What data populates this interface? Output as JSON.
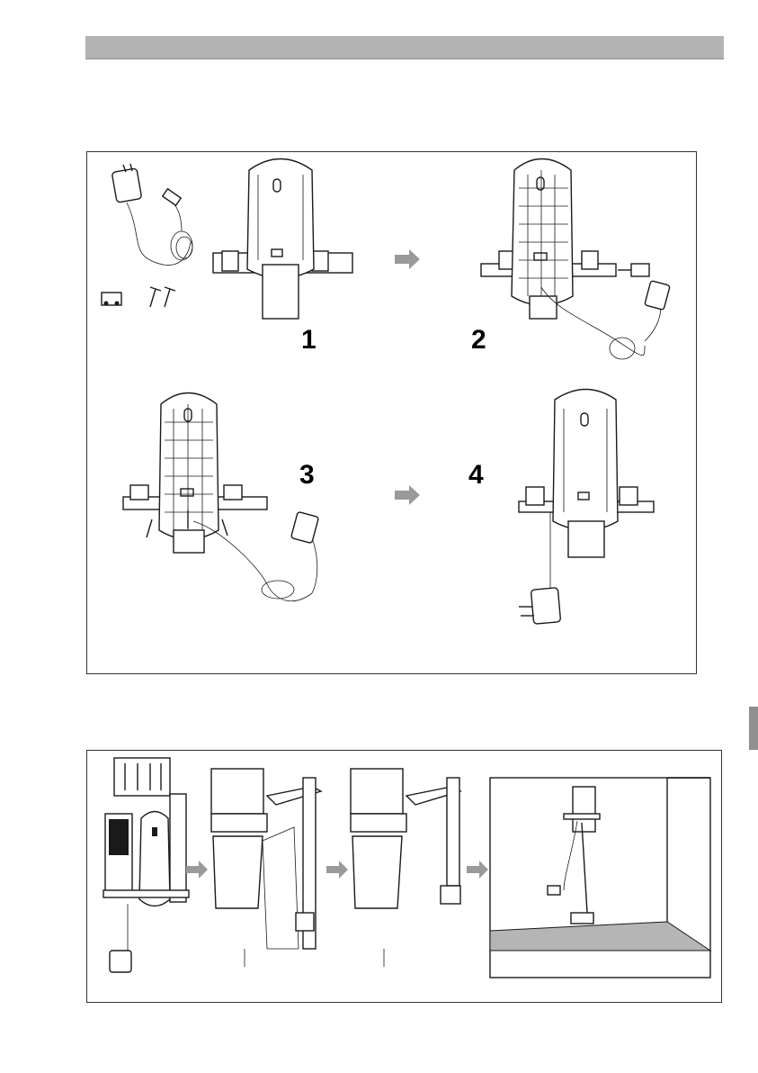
{
  "header": {
    "bar_color": "#b3b3b3"
  },
  "figure1": {
    "steps": [
      {
        "label": "1"
      },
      {
        "label": "2"
      },
      {
        "label": "3"
      },
      {
        "label": "4"
      }
    ]
  },
  "figure2": {
    "panels": [
      "accessories-and-dock",
      "mount-step-a",
      "mount-step-b",
      "room-installed-view"
    ]
  },
  "colors": {
    "arrow": "#9a9a9a",
    "floor": "#b5b5b5",
    "line": "#1a1a1a"
  },
  "icons": [
    "power-adapter-icon",
    "wall-plug-icon",
    "screw-icon",
    "arrow-right-icon"
  ]
}
